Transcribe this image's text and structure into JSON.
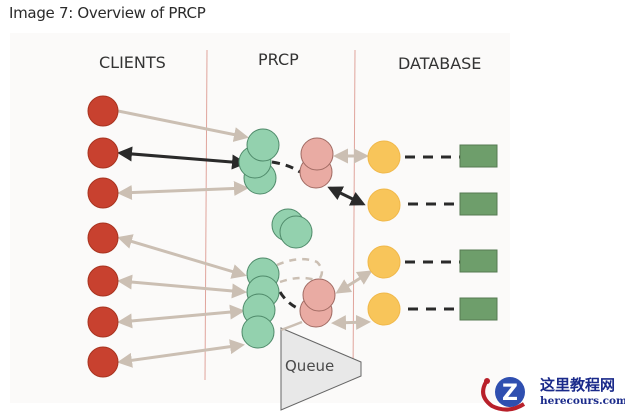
{
  "caption": "Image 7: Overview of PRCP",
  "columns": {
    "clients": "CLIENTS",
    "prcp": "PRCP",
    "database": "DATABASE"
  },
  "queue_label": "Queue",
  "legend_counts": {
    "clients": 7,
    "database_processes": 4,
    "database_servers": 4
  },
  "colors": {
    "client": "#c8412f",
    "prcp_connection": "#93d1ae",
    "prcp_pool": "#e9aba3",
    "db_process": "#f8c55a",
    "db_server": "#6e9e6b",
    "arrow_light": "#cbbfb3",
    "arrow_dark": "#2a2a2a",
    "divider": "#e0a49c"
  },
  "watermark": {
    "chinese": "这里教程网",
    "domain": "herecours.com"
  }
}
